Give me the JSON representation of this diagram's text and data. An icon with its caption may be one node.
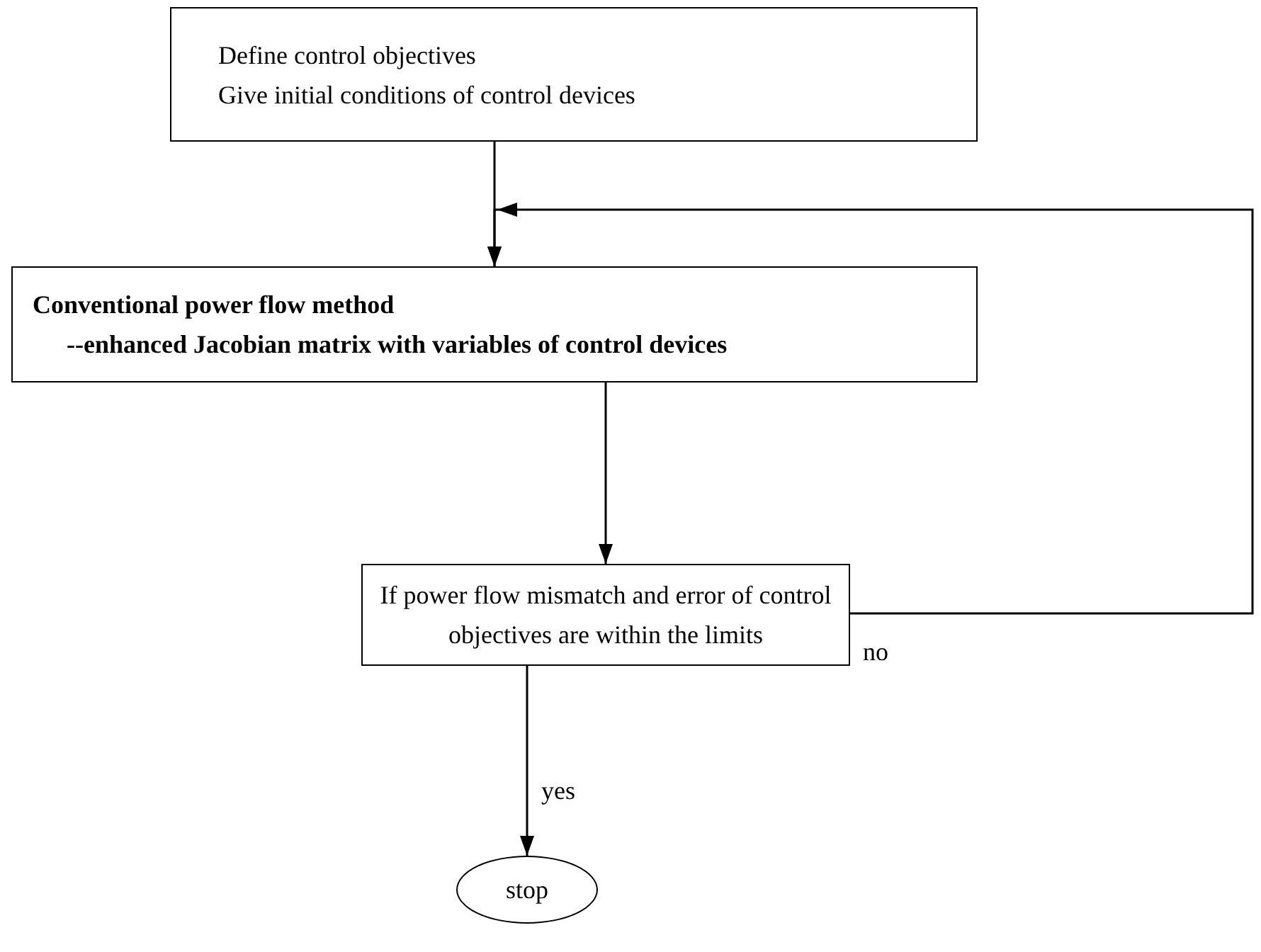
{
  "diagram": {
    "nodes": [
      {
        "text": [
          "Define control objectives",
          "Give initial conditions of control devices"
        ]
      },
      {
        "text": [
          "Conventional power flow method",
          "--enhanced Jacobian matrix with variables of control devices"
        ]
      },
      {
        "text": [
          "If power flow mismatch and error of control objectives are within the limits"
        ]
      },
      {
        "text": [
          "stop"
        ]
      }
    ],
    "edges": [
      {
        "from": 0,
        "to": 1,
        "arrow": "to"
      },
      {
        "from": 1,
        "to": 2,
        "arrow": "to"
      },
      {
        "from": 2,
        "to": 3,
        "arrow": "to",
        "label": "yes"
      },
      {
        "from": 2,
        "to": 1,
        "arrow": "to",
        "label": "no"
      }
    ]
  }
}
